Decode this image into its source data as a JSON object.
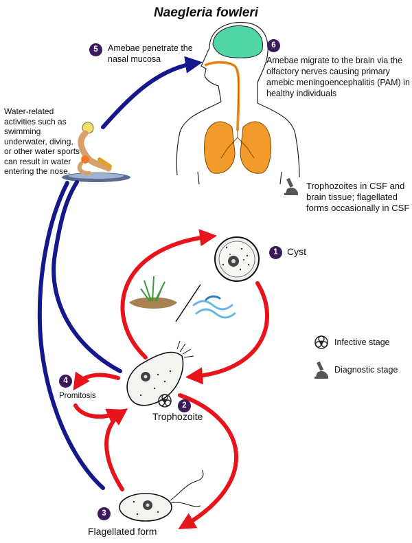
{
  "title": "Naegleria fowleri",
  "steps": [
    {
      "number": "1",
      "label": "Cyst"
    },
    {
      "number": "2",
      "label": "Trophozoite"
    },
    {
      "number": "3",
      "label": "Flagellated form"
    },
    {
      "number": "4",
      "label": "Promitosis"
    },
    {
      "number": "5",
      "label": "Amebae penetrate the nasal mucosa"
    },
    {
      "number": "6",
      "label": "Amebae migrate to the brain via the olfactory nerves causing primary amebic meningoencephalitis (PAM) in healthy individuals"
    }
  ],
  "water_note": "Water-related activities such as swimming underwater, diving, or other water sports can result in water entering the nose.",
  "diagnostic_note": "Trophozoites in CSF and brain tissue; flagellated forms occasionally in CSF",
  "legend": {
    "infective": "Infective stage",
    "diagnostic": "Diagnostic stage"
  },
  "colors": {
    "environment_arrow": "#e8141b",
    "human_arrow": "#15188a",
    "step_badge": "#3b1a5a",
    "brain": "#4fd6a4",
    "lungs": "#f39b2a"
  },
  "icons": [
    "biohazard-icon",
    "microscope-icon"
  ]
}
